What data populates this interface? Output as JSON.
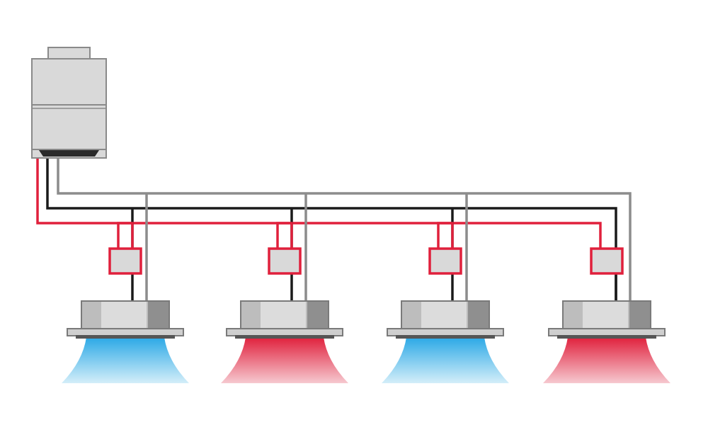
{
  "diagram": {
    "type": "three-pipe heat-recovery system schematic",
    "colors": {
      "background": "#ffffff",
      "pipe_gray": "#8c8c8c",
      "pipe_black": "#1a1a1a",
      "pipe_red": "#e0203c",
      "unit_body": "#d9d9d9",
      "unit_outline": "#8a8a8a",
      "cool_air": "#2aa8e6",
      "heat_air": "#e0203c"
    },
    "outdoor_unit": {
      "icon": "outdoor-condensing-unit-icon"
    },
    "pipes": [
      {
        "name": "gray-line",
        "color": "#8c8c8c"
      },
      {
        "name": "black-line",
        "color": "#1a1a1a"
      },
      {
        "name": "red-line",
        "color": "#e0203c"
      }
    ],
    "indoor_units": [
      {
        "icon": "ceiling-cassette-icon",
        "airflow": "cooling",
        "air_color": "#2aa8e6"
      },
      {
        "icon": "ceiling-cassette-icon",
        "airflow": "heating",
        "air_color": "#e0203c"
      },
      {
        "icon": "ceiling-cassette-icon",
        "airflow": "cooling",
        "air_color": "#2aa8e6"
      },
      {
        "icon": "ceiling-cassette-icon",
        "airflow": "heating",
        "air_color": "#e0203c"
      }
    ],
    "branch_boxes": [
      {
        "icon": "branch-selector-box-icon"
      },
      {
        "icon": "branch-selector-box-icon"
      },
      {
        "icon": "branch-selector-box-icon"
      },
      {
        "icon": "branch-selector-box-icon"
      }
    ]
  }
}
